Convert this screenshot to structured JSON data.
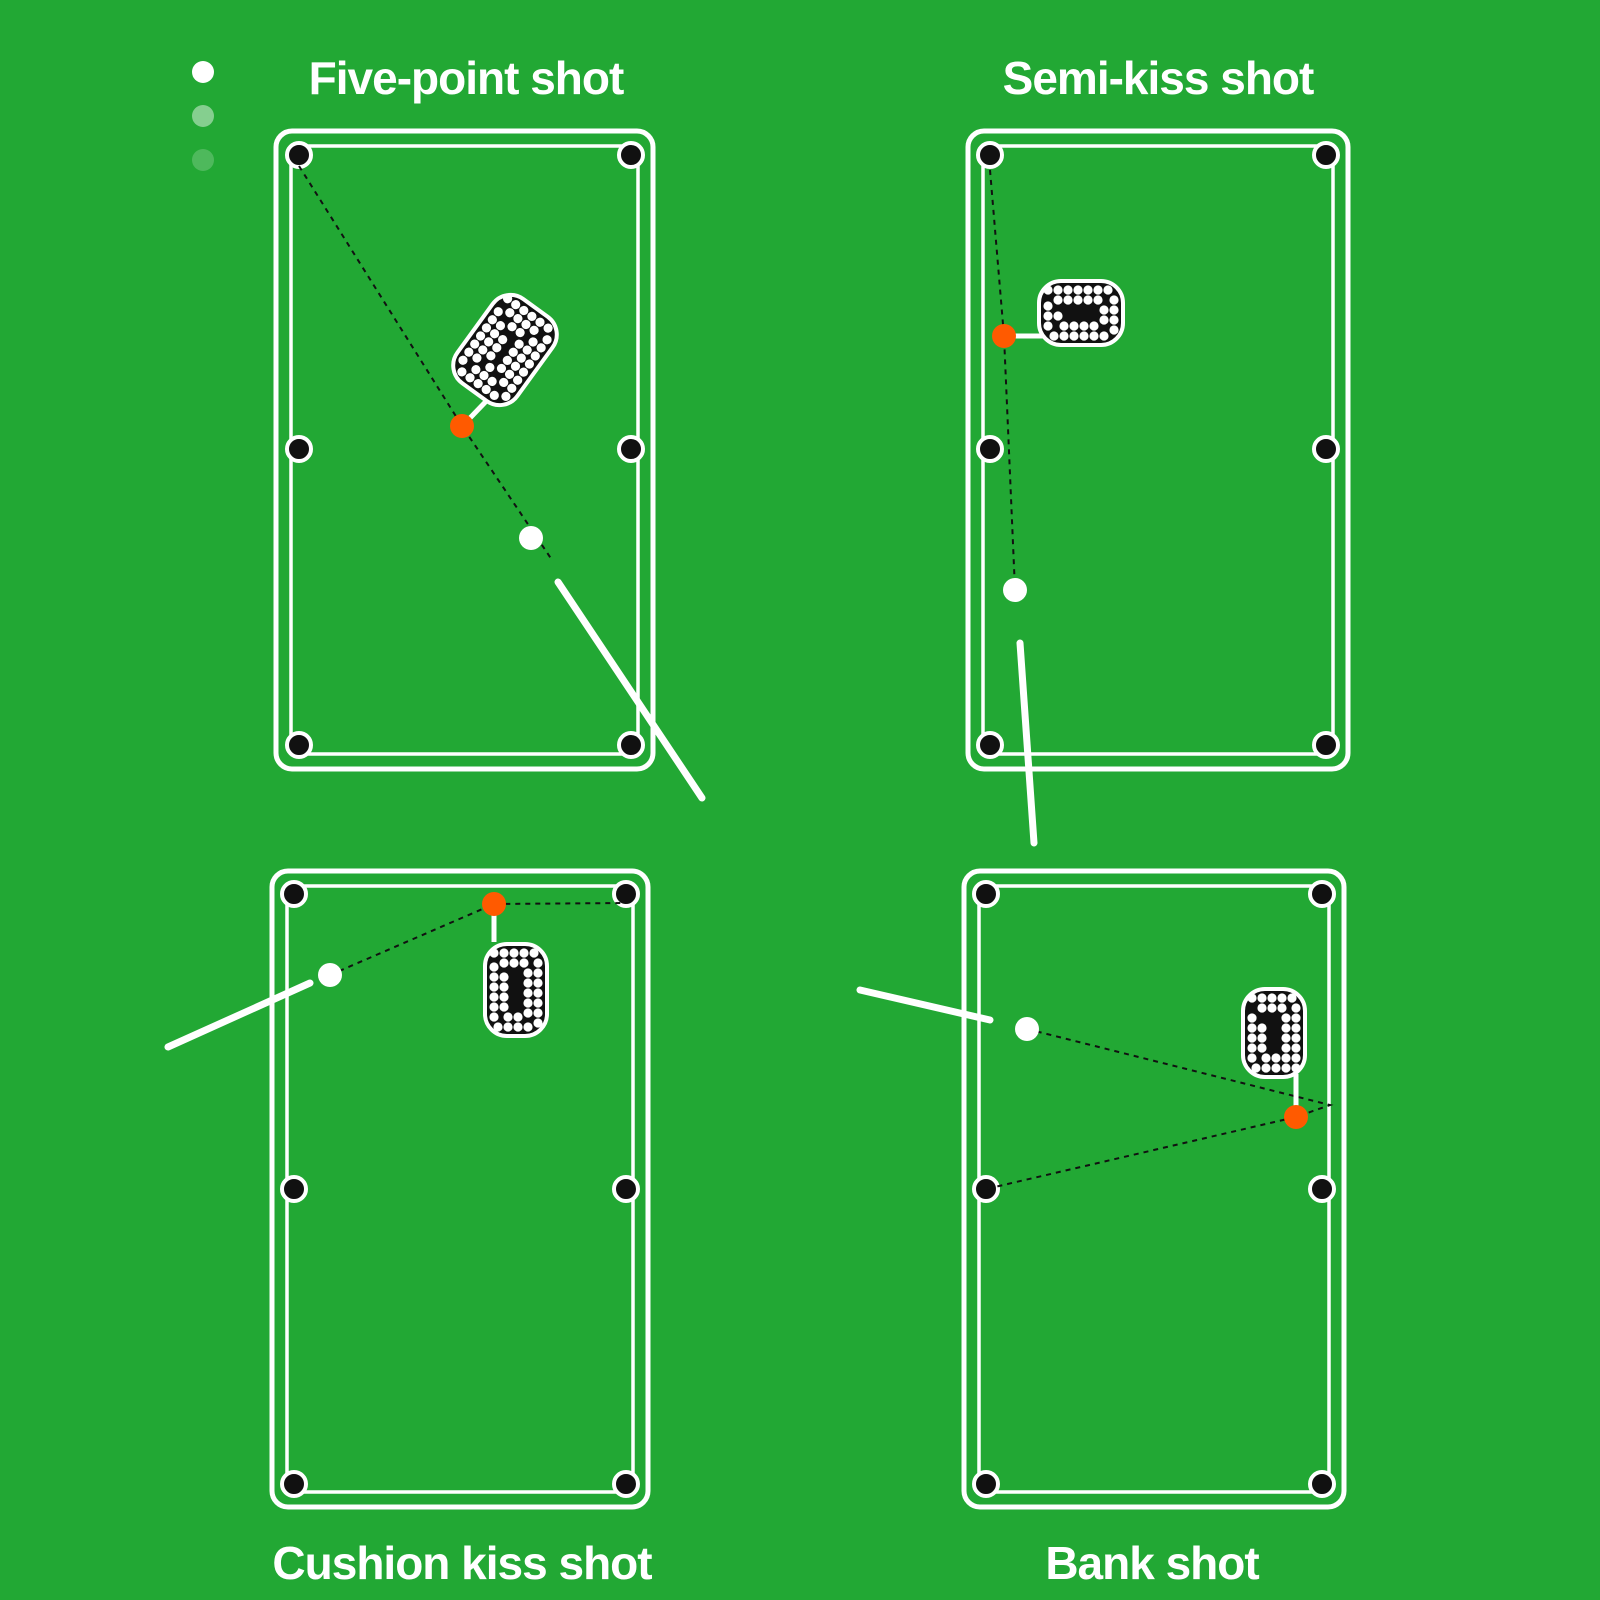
{
  "colors": {
    "felt": "#22a834",
    "rail": "#ffffff",
    "pocket": "#111111",
    "object_ball": "#ff5a00",
    "cue_ball": "#ffffff",
    "aim_line": "#111111"
  },
  "pager": {
    "dots": [
      {
        "opacity": 1.0
      },
      {
        "opacity": 0.45
      },
      {
        "opacity": 0.2
      }
    ]
  },
  "diagrams": [
    {
      "id": "five-point",
      "title": "Five-point shot"
    },
    {
      "id": "semi-kiss",
      "title": "Semi-kiss shot"
    },
    {
      "id": "cushion-kiss",
      "title": "Cushion kiss shot"
    },
    {
      "id": "bank",
      "title": "Bank shot"
    }
  ],
  "icons": {
    "table": "pool-table-icon",
    "pocket": "pocket-icon",
    "cue": "cue-stick-icon",
    "cue_ball": "cue-ball-icon",
    "object_ball": "object-ball-icon",
    "spiral": "spiral-ball-path-icon"
  }
}
